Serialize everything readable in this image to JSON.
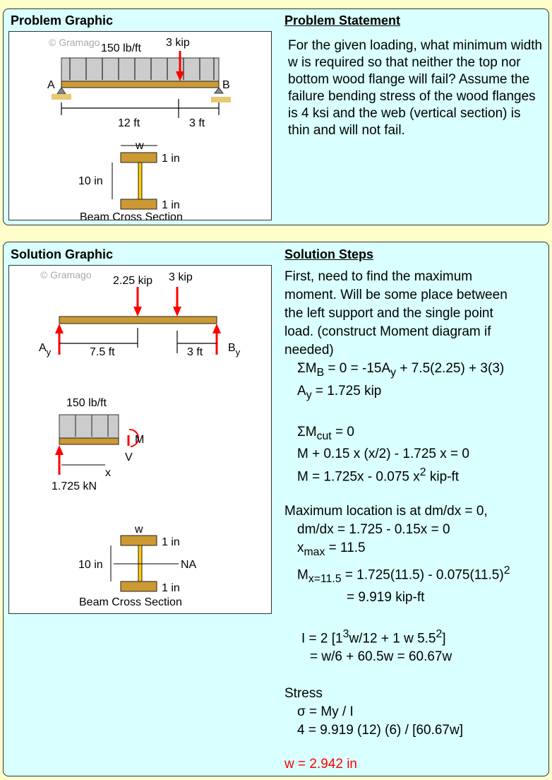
{
  "problem": {
    "graphic_title": "Problem Graphic",
    "statement_title": "Problem Statement",
    "statement": "For the given loading, what minimum width w is required so that neither the top nor bottom wood flange will fail? Assume the failure bending stress of the wood flanges is 4 ksi and the web (vertical section) is thin and will not fail.",
    "graphic": {
      "watermark": "© Gramago",
      "dist_load": "150 lb/ft",
      "point_load": "3 kip",
      "support_a": "A",
      "support_b": "B",
      "span_1": "12 ft",
      "span_2": "3 ft",
      "width": "w",
      "flange_top": "1 in",
      "flange_bottom": "1 in",
      "depth": "10 in",
      "caption": "Beam Cross Section"
    }
  },
  "solution": {
    "graphic_title": "Solution Graphic",
    "steps_title": "Solution Steps",
    "graphic": {
      "watermark": "© Gramago",
      "load_1": "2.25 kip",
      "load_2": "3 kip",
      "ay": "A",
      "ay_sub": "y",
      "by": "B",
      "by_sub": "y",
      "dist_1": "7.5 ft",
      "dist_2": "3 ft",
      "fbd_load": "150 lb/ft",
      "moment": "M",
      "shear": "V",
      "x_label": "x",
      "reaction": "1.725 kN",
      "width": "w",
      "flange_top": "1 in",
      "flange_bottom": "1 in",
      "depth": "10 in",
      "neutral_axis": "NA",
      "caption": "Beam Cross Section"
    },
    "steps": [
      "First, need to find the maximum",
      "moment. Will be some place between",
      "the left support and the single point",
      "load. (construct Moment diagram if",
      "needed)"
    ],
    "eq1": {
      "a": "ΣM",
      "a_sub": "B",
      "b": " = 0 = -15A",
      "b_sub": "y",
      "c": " + 7.5(2.25) + 3(3)"
    },
    "eq2": {
      "a": "A",
      "a_sub": "y",
      "b": " = 1.725 kip"
    },
    "eq3": {
      "a": "ΣM",
      "a_sub": "cut",
      "b": " = 0"
    },
    "eq4": "M + 0.15 x (x/2) - 1.725 x = 0",
    "eq5": {
      "a": "M = 1.725x - 0.075 x",
      "sup": "2",
      "b": " kip-ft"
    },
    "max_intro": "Maximum location is at dm/dx = 0,",
    "eq6": "dm/dx = 1.725 - 0.15x = 0",
    "eq7": {
      "a": "x",
      "sub": "max",
      "b": " = 11.5"
    },
    "eq8": {
      "a": "M",
      "sub": "x=11.5",
      "b": " = 1.725(11.5) - 0.075(11.5)",
      "sup": "2"
    },
    "eq9": "= 9.919 kip-ft",
    "eq10": {
      "a": "I = 2 [1",
      "sup1": "3",
      "b": "w/12 + 1 w 5.5",
      "sup2": "2",
      "c": "]"
    },
    "eq11": "= w/6 + 60.5w = 60.67w",
    "stress_label": "Stress",
    "eq12": "σ = My / I",
    "eq13": "4 = 9.919 (12) (6) / [60.67w]",
    "answer": "w = 2.942 in"
  }
}
